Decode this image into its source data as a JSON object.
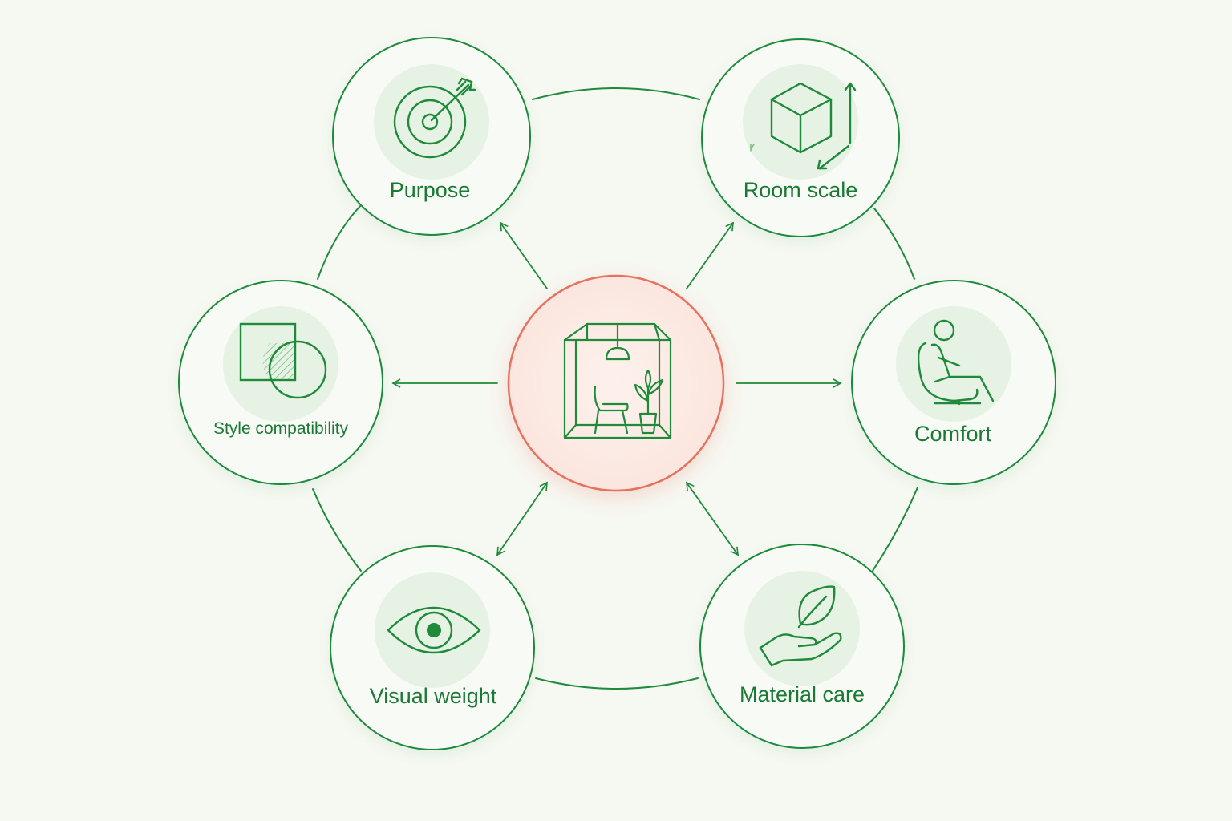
{
  "colors": {
    "background": "#f6f8f2",
    "stroke_green": "#1e8a3a",
    "text_green": "#1a7a34",
    "icon_bg": "#e6f2e4",
    "center_stroke": "#e8705c",
    "center_fill": "#fdeee9"
  },
  "center": {
    "icon": "greenhouse-room-icon"
  },
  "nodes": {
    "purpose": {
      "label": "Purpose",
      "icon": "target-arrow-icon"
    },
    "room_scale": {
      "label": "Room scale",
      "icon": "cube-dimension-icon"
    },
    "comfort": {
      "label": "Comfort",
      "icon": "person-armchair-icon"
    },
    "material_care": {
      "label": "Material care",
      "icon": "hand-leaf-icon"
    },
    "visual_weight": {
      "label": "Visual weight",
      "icon": "eye-icon"
    },
    "style_compatibility": {
      "label": "Style compatibility",
      "icon": "overlap-shapes-icon"
    }
  }
}
